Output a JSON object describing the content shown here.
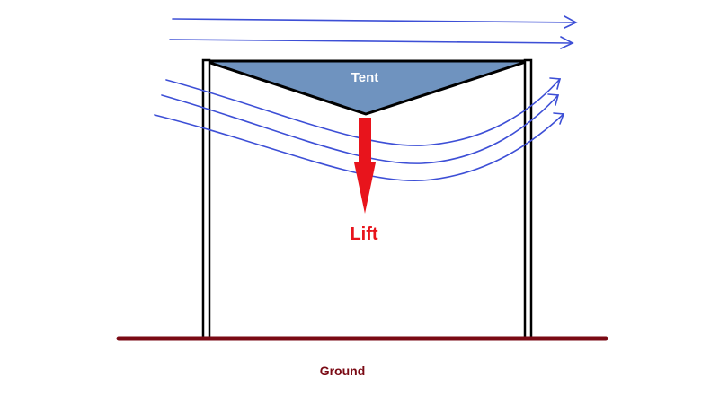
{
  "labels": {
    "tent": "Tent",
    "lift": "Lift",
    "ground": "Ground"
  },
  "colors": {
    "tent_fill": "#6f93bf",
    "airflow": "#3d4fd6",
    "lift_arrow": "#e8141c",
    "ground": "#7a0a14",
    "frame": "#000000"
  },
  "icons": {
    "lift": "down-arrow-icon"
  }
}
